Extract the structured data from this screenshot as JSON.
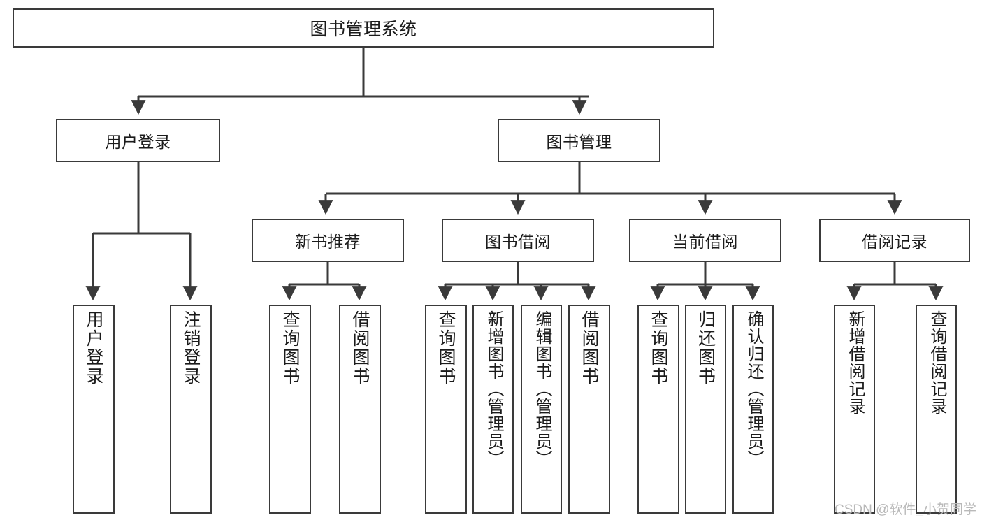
{
  "diagram": {
    "type": "tree-hierarchy",
    "title": "图书管理系统",
    "watermark": "CSDN @软件_小贺同学",
    "colors": {
      "stroke": "#3a3a3a",
      "fill": "#ffffff",
      "text": "#1b1b1b",
      "watermark": "#b9b9b9"
    },
    "root": {
      "label": "图书管理系统"
    },
    "level2": [
      {
        "label": "用户登录"
      },
      {
        "label": "图书管理"
      }
    ],
    "level3": [
      {
        "label": "新书推荐"
      },
      {
        "label": "图书借阅"
      },
      {
        "label": "当前借阅"
      },
      {
        "label": "借阅记录"
      }
    ],
    "leaves": {
      "user_login": [
        {
          "label": "用户登录"
        },
        {
          "label": "注销登录"
        }
      ],
      "new_book": [
        {
          "label": "查询图书"
        },
        {
          "label": "借阅图书"
        }
      ],
      "borrow_book": [
        {
          "label": "查询图书"
        },
        {
          "label": "新增图书（管理员）"
        },
        {
          "label": "编辑图书（管理员）"
        },
        {
          "label": "借阅图书"
        }
      ],
      "current_borrow": [
        {
          "label": "查询图书"
        },
        {
          "label": "归还图书"
        },
        {
          "label": "确认归还（管理员）"
        }
      ],
      "borrow_record": [
        {
          "label": "新增借阅记录"
        },
        {
          "label": "查询借阅记录"
        }
      ]
    }
  }
}
